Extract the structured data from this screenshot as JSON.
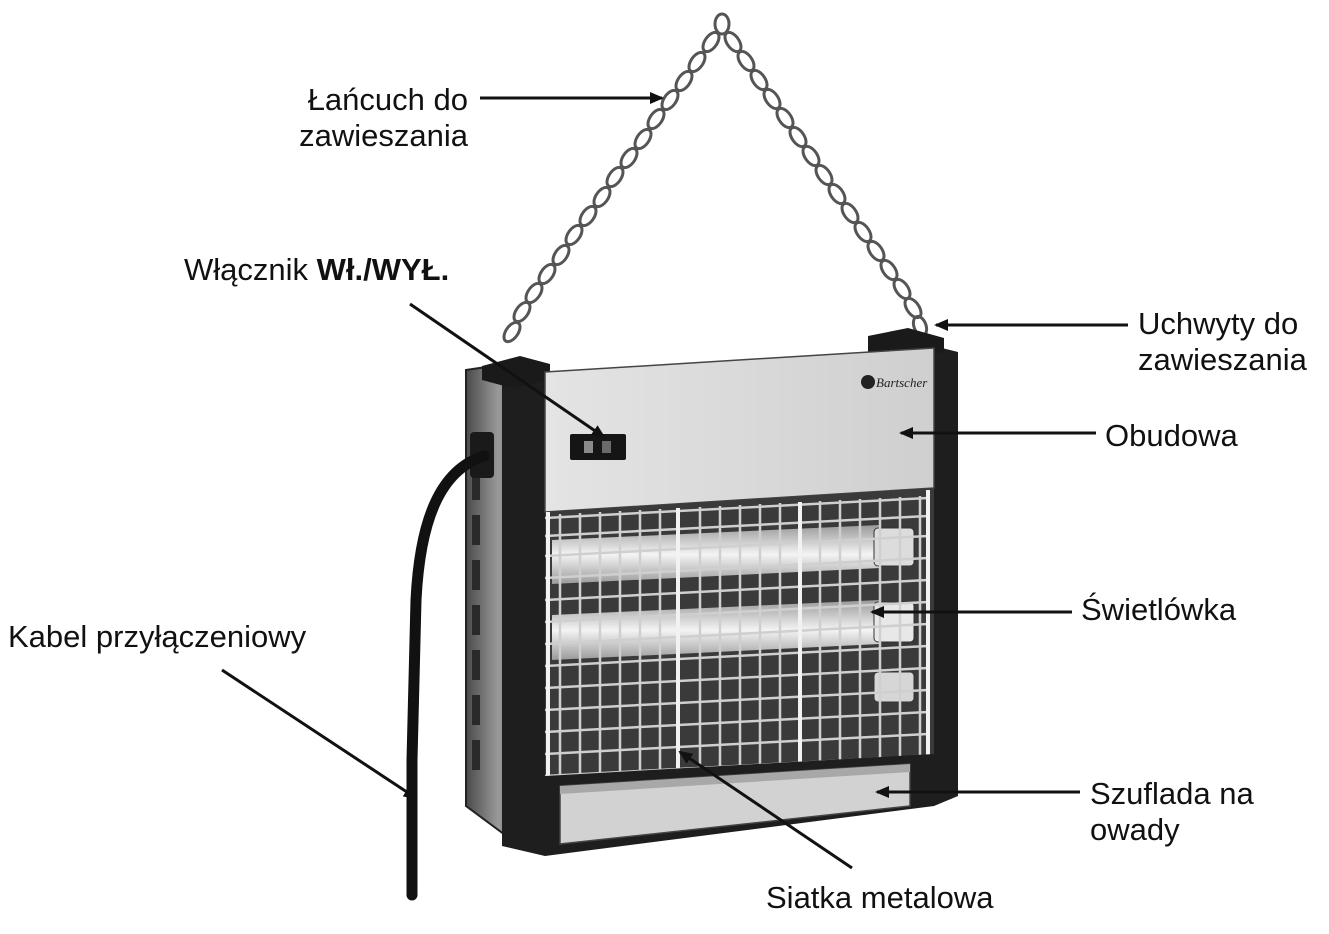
{
  "labels": {
    "chain": {
      "line1": "Łańcuch do",
      "line2": "zawieszania"
    },
    "switch": {
      "prefix": "Włącznik ",
      "bold": "Wł./WYŁ."
    },
    "hooks": {
      "line1": "Uchwyty do",
      "line2": "zawieszania"
    },
    "housing": "Obudowa",
    "tube": "Świetlówka",
    "cable": "Kabel przyłączeniowy",
    "drawer": {
      "line1": "Szuflada na",
      "line2": "owady"
    },
    "grid": "Siatka metalowa"
  },
  "device": {
    "brand": "Bartscher"
  }
}
